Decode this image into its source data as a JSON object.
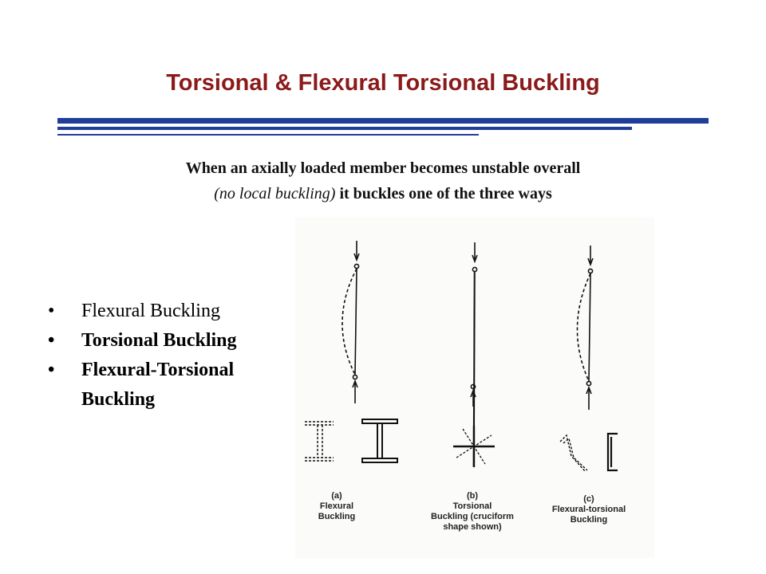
{
  "slide": {
    "title": "Torsional & Flexural Torsional Buckling",
    "subtitle_line1": "When an axially loaded member becomes unstable overall",
    "subtitle_line2_italic": "(no local buckling)",
    "subtitle_line2_rest": " it buckles one of the three ways",
    "bullet_glyph": "•",
    "bullets": [
      {
        "text": "Flexural Buckling"
      },
      {
        "text": "Torsional Buckling"
      },
      {
        "text": "Flexural-Torsional Buckling"
      }
    ]
  },
  "figure": {
    "panels": [
      {
        "tag": "(a)",
        "lines": [
          "Flexural",
          "Buckling"
        ]
      },
      {
        "tag": "(b)",
        "lines": [
          "Torsional",
          "Buckling (cruciform",
          "shape shown)"
        ]
      },
      {
        "tag": "(c)",
        "lines": [
          "Flexural-torsional",
          "Buckling"
        ]
      }
    ]
  },
  "colors": {
    "title": "#8b1a1a",
    "rule": "#1f3d99"
  }
}
